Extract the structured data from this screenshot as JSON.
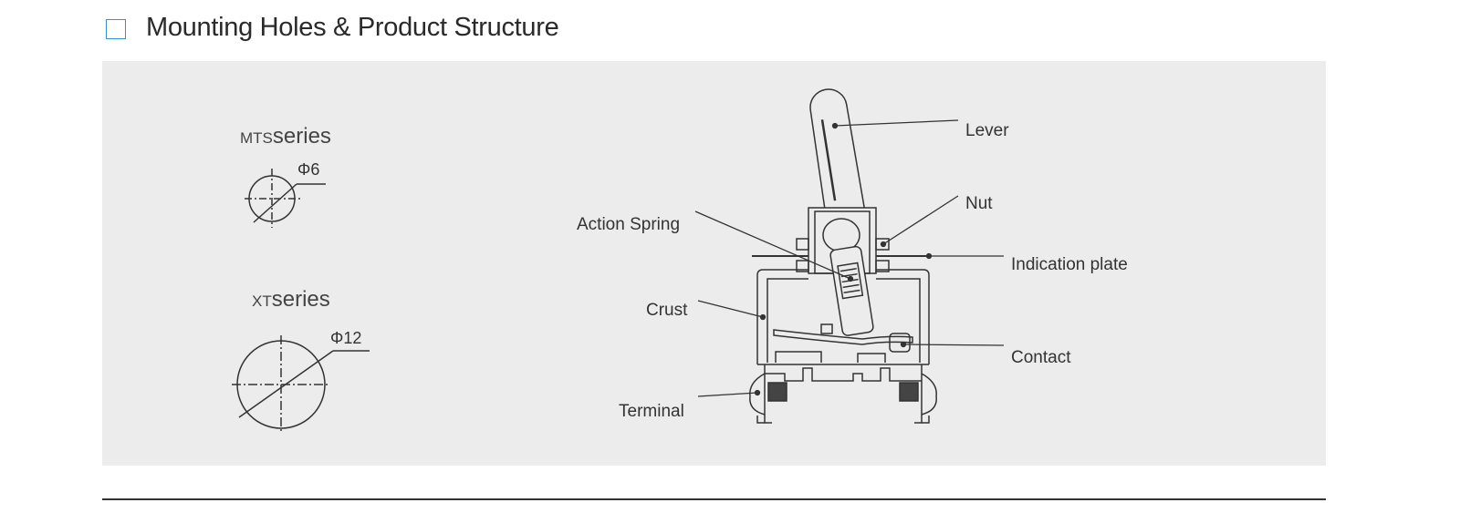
{
  "header": {
    "title": "Mounting Holes & Product Structure"
  },
  "mounting_holes": [
    {
      "series_prefix": "MTS",
      "series_suffix": "series",
      "diameter": "Φ6"
    },
    {
      "series_prefix": "XT",
      "series_suffix": "series",
      "diameter": "Φ12"
    }
  ],
  "structure_labels": {
    "lever": "Lever",
    "nut": "Nut",
    "indication_plate": "Indication plate",
    "action_spring": "Action Spring",
    "crust": "Crust",
    "contact": "Contact",
    "terminal": "Terminal"
  },
  "colors": {
    "accent": "#3b8fc7",
    "panel": "#ececec",
    "line": "#333333"
  }
}
